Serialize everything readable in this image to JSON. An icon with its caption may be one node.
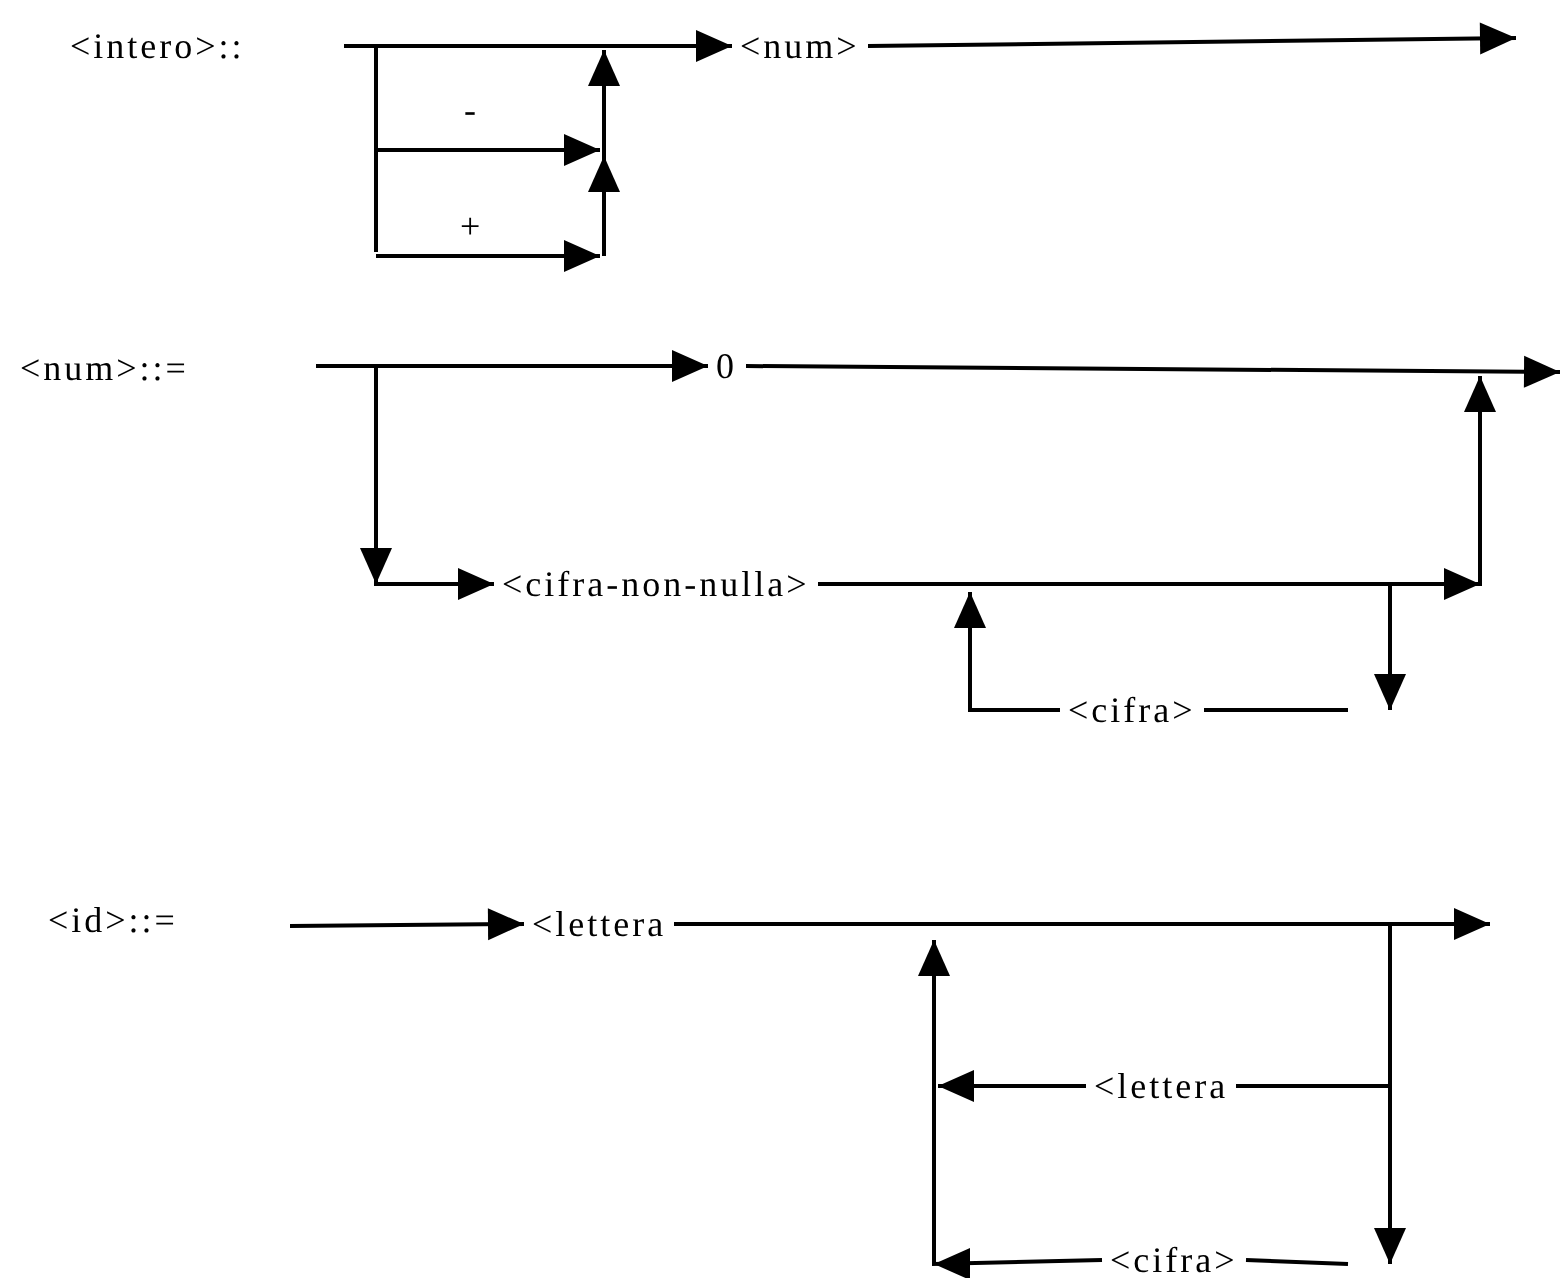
{
  "diagram": {
    "nodes": [
      {
        "text": [
          "<num>"
        ]
      },
      {
        "text": [
          "0"
        ]
      },
      {
        "text": [
          "<cifra-non-nulla>"
        ]
      },
      {
        "text": [
          "<cifra>"
        ]
      },
      {
        "text": [
          "<lettera"
        ]
      },
      {
        "text": [
          "<lettera"
        ]
      },
      {
        "text": [
          "<cifra>"
        ]
      }
    ],
    "edges": [
      {
        "from": null,
        "to": 0,
        "arrow": "to"
      },
      {
        "from": 0,
        "to": null,
        "arrow": "to"
      },
      {
        "from": null,
        "to": 1,
        "arrow": "to"
      },
      {
        "from": 1,
        "to": null,
        "arrow": "to"
      },
      {
        "from": null,
        "to": 2,
        "arrow": "to"
      },
      {
        "from": 2,
        "to": null,
        "arrow": "to"
      },
      {
        "from": 3,
        "to": null,
        "arrow": "to"
      },
      {
        "from": null,
        "to": 3,
        "arrow": "none"
      },
      {
        "from": null,
        "to": 4,
        "arrow": "to"
      },
      {
        "from": 4,
        "to": null,
        "arrow": "to"
      },
      {
        "from": null,
        "to": 5,
        "arrow": "none"
      },
      {
        "from": 5,
        "to": null,
        "arrow": "to"
      },
      {
        "from": null,
        "to": 6,
        "arrow": "none"
      },
      {
        "from": 6,
        "to": null,
        "arrow": "to"
      }
    ],
    "labels": [
      "<intero>::",
      "-",
      "+",
      "<num>::=",
      "<id>::="
    ]
  }
}
